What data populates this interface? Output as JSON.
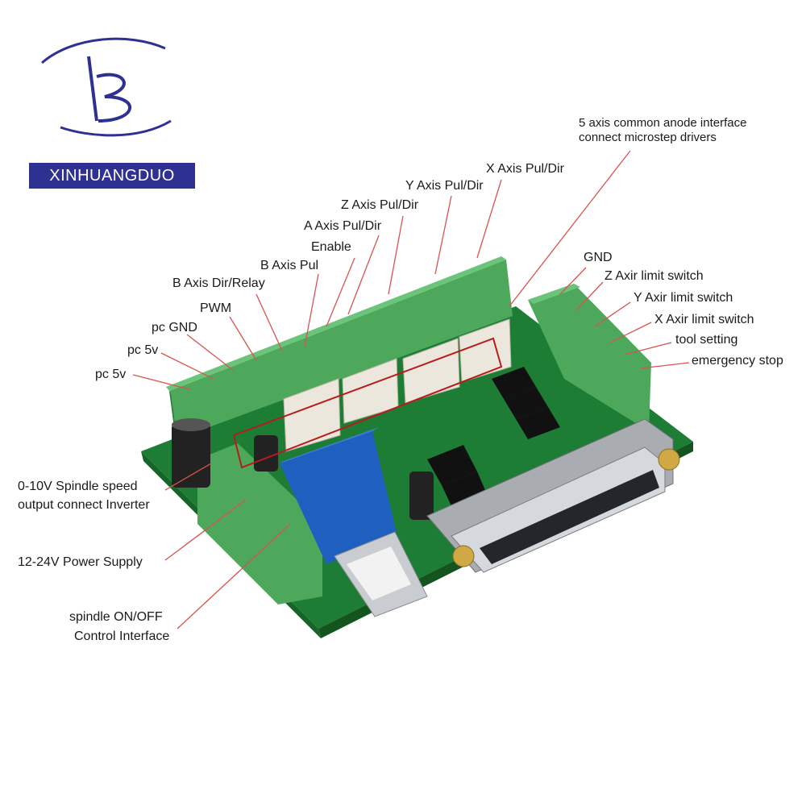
{
  "brand": {
    "name": "XINHUANGDUO",
    "logo_color": "#2e3192"
  },
  "labels": {
    "common_anode_line1": "5 axis common anode interface",
    "common_anode_line2": "connect microstep drivers",
    "x_axis": "X Axis Pul/Dir",
    "y_axis": "Y Axis Pul/Dir",
    "z_axis": "Z Axis Pul/Dir",
    "a_axis": "A Axis Pul/Dir",
    "enable": "Enable",
    "b_axis_pul": "B Axis Pul",
    "b_axis_dir": "B Axis Dir/Relay",
    "pwm": "PWM",
    "pc_gnd": "pc GND",
    "pc_5v_1": "pc 5v",
    "pc_5v_2": "pc 5v",
    "gnd": "GND",
    "z_limit": "Z Axir limit switch",
    "y_limit": "Y Axir limit switch",
    "x_limit": "X Axir limit switch",
    "tool_setting": "tool setting",
    "emergency_stop": "emergency stop",
    "spindle_speed_line1": "0-10V Spindle speed",
    "spindle_speed_line2": "output connect Inverter",
    "power_supply": "12-24V Power Supply",
    "spindle_onoff_line1": "spindle ON/OFF",
    "spindle_onoff_line2": "Control Interface"
  },
  "colors": {
    "pcb": "#1f8a3a",
    "terminal": "#4fae5e",
    "leader_line": "#d9534f",
    "relay": "#1f5fbf"
  }
}
